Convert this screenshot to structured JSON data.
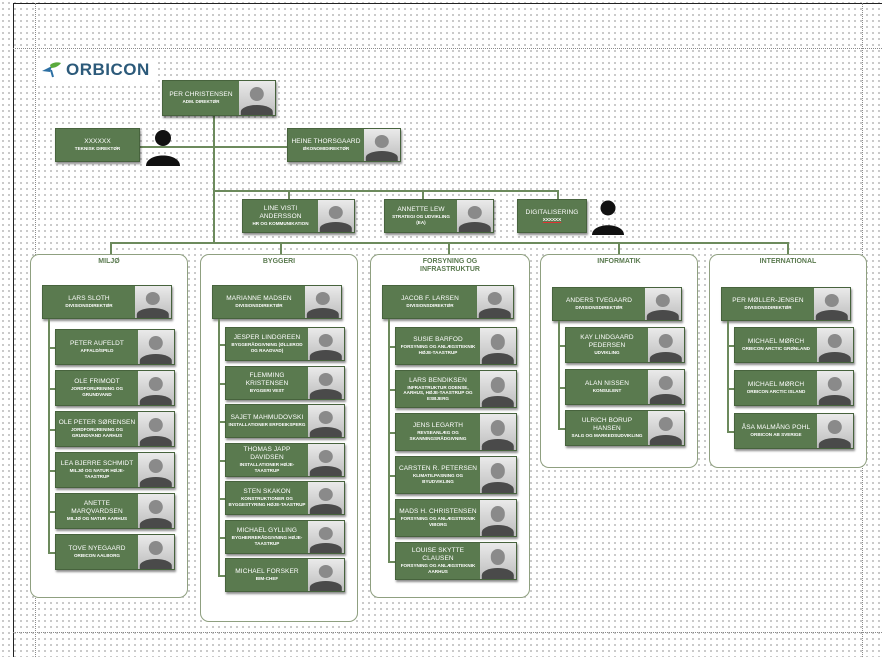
{
  "logo": {
    "text": "ORBICON",
    "colors": {
      "leaf_green": "#5aaa3c",
      "leaf_blue": "#2c6fa3",
      "text": "#2c5a7a"
    }
  },
  "colors": {
    "node": "#5a7a4f",
    "box_border": "#8fa080",
    "title": "#5a7a4f"
  },
  "top": [
    {
      "id": "ceo",
      "name": "PER CHRISTENSEN",
      "role": "ADM. DIREKTØR"
    },
    {
      "id": "tech",
      "name": "XXXXXX",
      "role": "TEKNISK DIREKTØR"
    },
    {
      "id": "cfo",
      "name": "HEINE THORSGAARD",
      "role": "ØKONOMIDIREKTØR"
    }
  ],
  "staff": [
    {
      "id": "hr",
      "name": "LINE VISTI ANDERSSON",
      "role": "HR OG KOMMUNIKATION"
    },
    {
      "id": "strat",
      "name": "ANNETTE LEW",
      "role": "STRATEGI OG UDVIKLING (EA)"
    },
    {
      "id": "digi",
      "name": "DIGITALISERING",
      "role": "XXXXXX"
    }
  ],
  "divisions": [
    {
      "title": "MILJØ",
      "head": {
        "name": "LARS SLOTH",
        "role": "DIVISIONSDIREKTØR"
      },
      "members": [
        {
          "name": "PETER AUFELDT",
          "role": "AFFALD/SPILD"
        },
        {
          "name": "OLE FRIMODT",
          "role": "JORDFORURENING OG GRUNDVAND"
        },
        {
          "name": "OLE PETER SØRENSEN",
          "role": "JORDFORURENING OG GRUNDVAND AARHUS"
        },
        {
          "name": "LEA BJERRE SCHMIDT",
          "role": "MILJØ OG NATUR HØJE-TAASTRUP"
        },
        {
          "name": "ANETTE MARQVARDSEN",
          "role": "MILJØ OG NATUR AARHUS"
        },
        {
          "name": "TOVE NYEGAARD",
          "role": "ORBICON AALBORG"
        }
      ]
    },
    {
      "title": "BYGGERI",
      "head": {
        "name": "MARIANNE MADSEN",
        "role": "DIVISIONSDIREKTØR"
      },
      "members": [
        {
          "name": "JESPER LINDGREEN",
          "role": "BYGGERÅDGIVNING (ØLLEROD OG RAADVAD)"
        },
        {
          "name": "FLEMMING KRISTENSEN",
          "role": "BYGGERI VEST"
        },
        {
          "name": "SAJET MAHMUDOVSKI",
          "role": "INSTALLATIONER ERFDEIKSPERG"
        },
        {
          "name": "THOMAS JAPP DAVIDSEN",
          "role": "INSTALLATIONER HØJE-TAASTRUP"
        },
        {
          "name": "STEN SKAKON",
          "role": "KONSTRUKTIONER OG BYGGESTYRING HØJE-TAASTRUP"
        },
        {
          "name": "MICHAEL GYLLING",
          "role": "BYGHERRERÅDGIVNING HØJE-TAASTRUP"
        },
        {
          "name": "MICHAEL FORSKER",
          "role": "BIM-CHEF"
        }
      ]
    },
    {
      "title": "FORSYNING OG INFRASTRUKTUR",
      "head": {
        "name": "JACOB F. LARSEN",
        "role": "DIVISIONSDIREKTØR"
      },
      "members": [
        {
          "name": "SUSIE BARFOD",
          "role": "FORSYNING OG ANLÆGSTEKNIK HØJE-TAASTRUP"
        },
        {
          "name": "LARS BENDIKSEN",
          "role": "INFRASTRUKTUR ODENSE, AARHUS, HØJE-TAASTRUP OG ESBJERG"
        },
        {
          "name": "JENS LEGARTH",
          "role": "REVSEANLÆG OG SKANNINGSRÅDGIVNING"
        },
        {
          "name": "CARSTEN R. PETERSEN",
          "role": "KLIMATILPASNING OG BYUDVIKLING"
        },
        {
          "name": "MADS H. CHRISTENSEN",
          "role": "FORSYNING OG ANLÆGSTEKNIK VIBORG"
        },
        {
          "name": "LOUISE SKYTTE CLAUSEN",
          "role": "FORSYNING OG ANLÆGSTEKNIK AARHUS"
        }
      ]
    },
    {
      "title": "INFORMATIK",
      "head": {
        "name": "ANDERS TVEGAARD",
        "role": "DIVISIONSDIREKTØR"
      },
      "members": [
        {
          "name": "KAY LINDGAARD PEDERSEN",
          "role": "UDVIKLING"
        },
        {
          "name": "ALAN NISSEN",
          "role": "KONSULENT"
        },
        {
          "name": "ULRICH BORUP HANSEN",
          "role": "SALG OG MARKEDSUDVIKLING"
        }
      ]
    },
    {
      "title": "INTERNATIONAL",
      "head": {
        "name": "PER MØLLER-JENSEN",
        "role": "DIVISIONSDIREKTØR"
      },
      "members": [
        {
          "name": "MICHAEL MØRCH",
          "role": "ORBICON ARCTIC GRØNLAND"
        },
        {
          "name": "MICHAEL MØRCH",
          "role": "ORBICON ARCTIC ISLAND"
        },
        {
          "name": "ÅSA MALMÅNG POHL",
          "role": "ORBICON AB SVERIGE"
        }
      ]
    }
  ]
}
